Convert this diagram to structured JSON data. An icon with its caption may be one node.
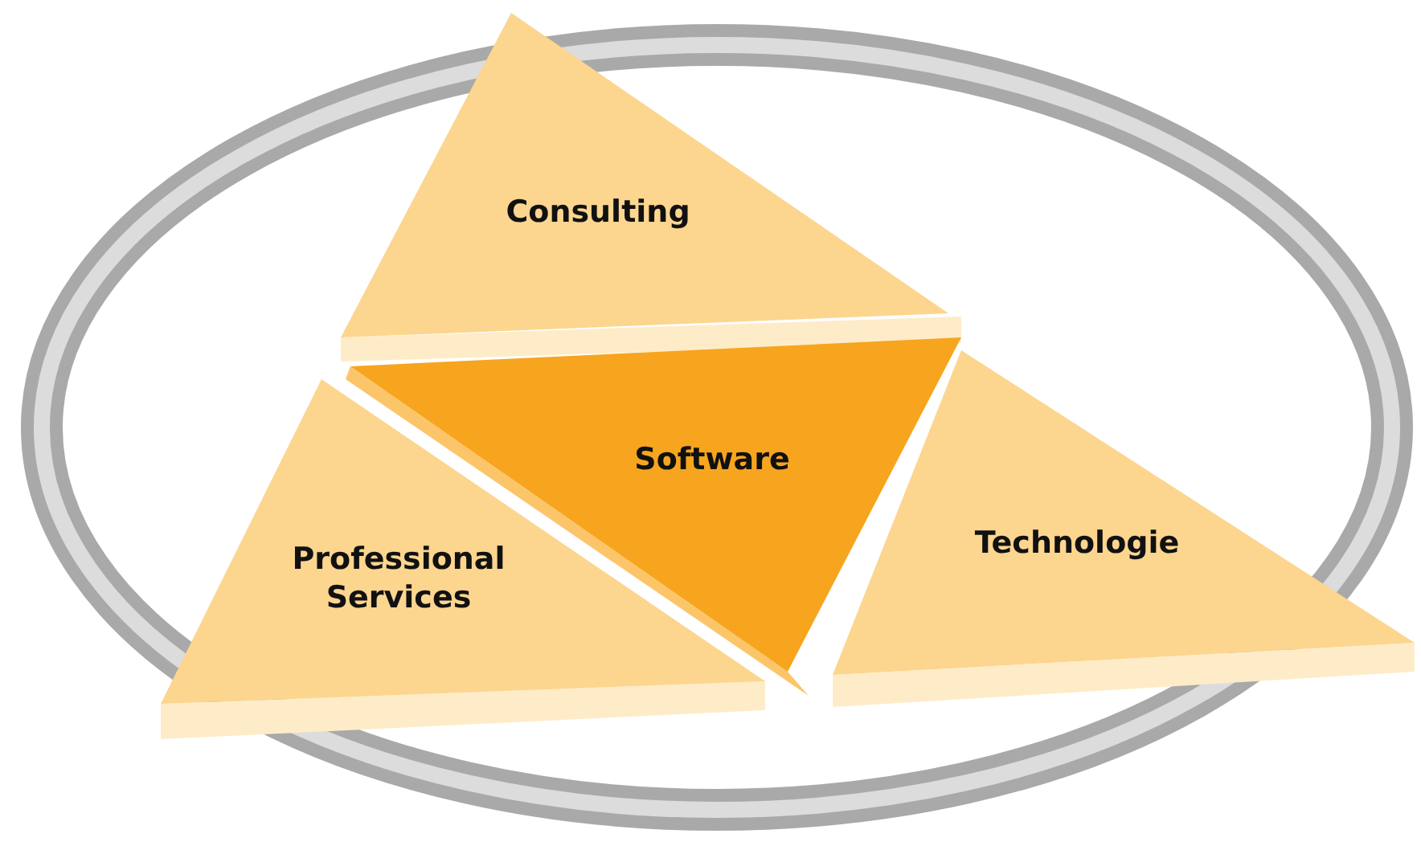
{
  "diagram": {
    "nodes": [
      {
        "text": [
          "Consulting"
        ]
      },
      {
        "text": [
          "Software"
        ]
      },
      {
        "text": [
          "Professional Services"
        ]
      },
      {
        "text": [
          "Technologie"
        ]
      }
    ]
  }
}
